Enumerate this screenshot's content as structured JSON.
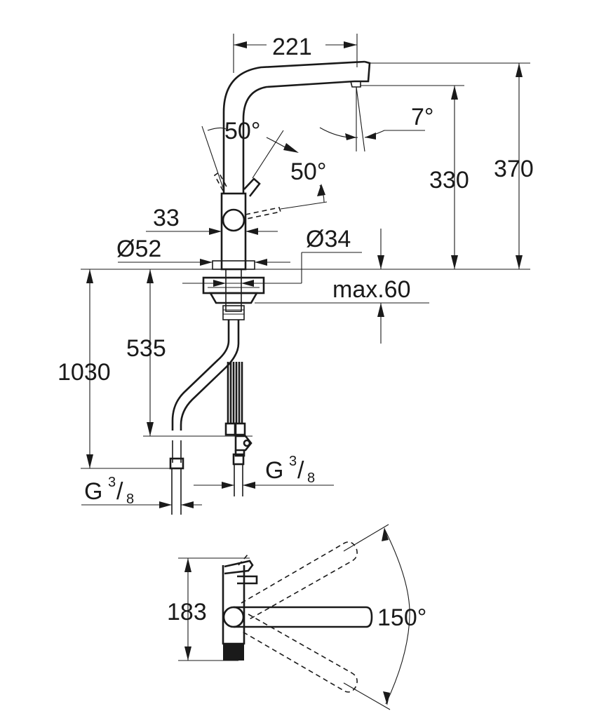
{
  "dimensions": {
    "spout_reach": "221",
    "spout_tilt": "7°",
    "lever_angle_front": "50°",
    "lever_angle_side": "50°",
    "outlet_height": "330",
    "total_height": "370",
    "body_width": "33",
    "base_diameter": "Ø52",
    "hole_diameter": "Ø34",
    "max_deck_thickness": "max.60",
    "hose_length": "535",
    "total_length": "1030",
    "connection_left": {
      "prefix": "G",
      "num": "3",
      "den": "8"
    },
    "connection_right": {
      "prefix": "G",
      "num": "3",
      "den": "8"
    },
    "top_view_depth": "183",
    "swivel_angle": "150°"
  }
}
